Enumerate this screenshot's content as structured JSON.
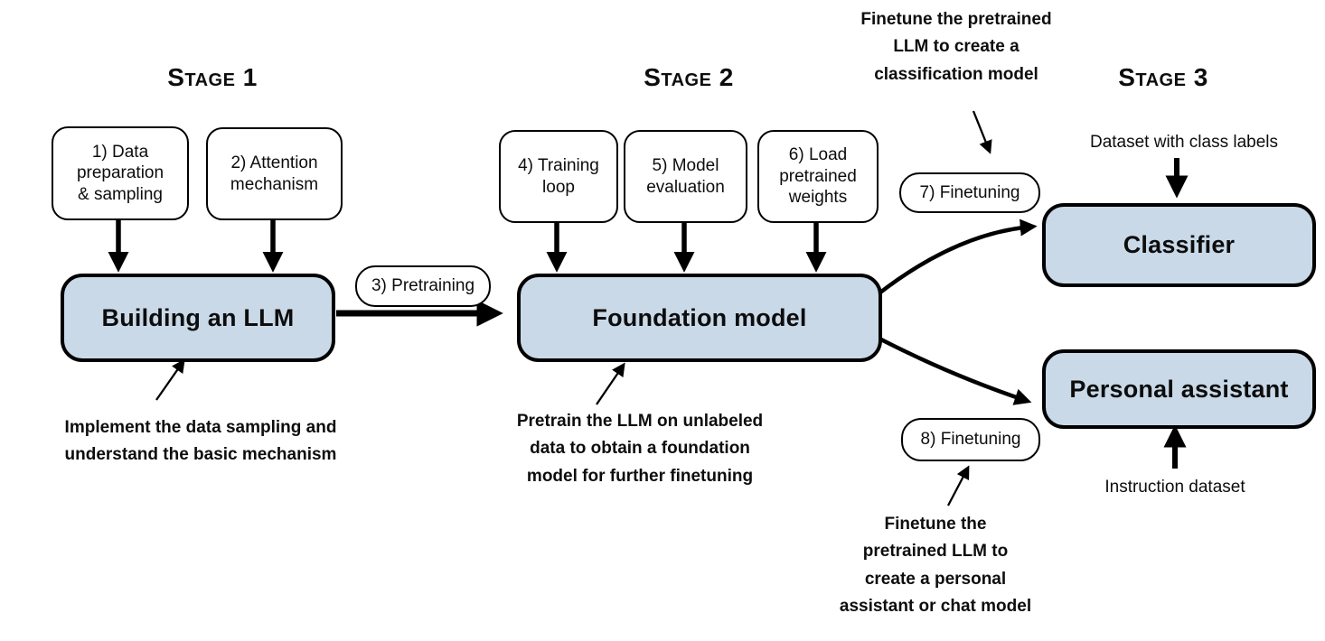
{
  "palette": {
    "node_fill": "#c9d9e8",
    "node_border": "#000000",
    "background": "#ffffff",
    "text": "#0d0d0d"
  },
  "stage1": {
    "heading": "Stage 1",
    "step_boxes": [
      {
        "lines": [
          "1) Data",
          "preparation",
          "& sampling"
        ]
      },
      {
        "lines": [
          "2) Attention",
          "mechanism"
        ]
      }
    ],
    "main_box": "Building an LLM",
    "annotation": {
      "lines": [
        "Implement the data sampling and",
        "understand the basic mechanism"
      ]
    }
  },
  "transition": {
    "pill": "3) Pretraining"
  },
  "stage2": {
    "heading": "Stage 2",
    "step_boxes": [
      {
        "lines": [
          "4) Training",
          "loop"
        ]
      },
      {
        "lines": [
          "5) Model",
          "evaluation"
        ]
      },
      {
        "lines": [
          "6) Load",
          "pretrained",
          "weights"
        ]
      }
    ],
    "main_box": "Foundation model",
    "annotation": {
      "lines": [
        "Pretrain the LLM on unlabeled",
        "data to obtain a foundation",
        "model for further finetuning"
      ]
    }
  },
  "stage3": {
    "heading": "Stage 3",
    "classification_annotation": {
      "lines": [
        "Finetune the pretrained",
        "LLM to create a",
        "classification model"
      ]
    },
    "finetuning7_pill": "7) Finetuning",
    "finetuning8_pill": "8) Finetuning",
    "classifier_input_label": "Dataset with class labels",
    "classifier_box": "Classifier",
    "assistant_box": "Personal assistant",
    "assistant_input_label": "Instruction dataset",
    "assistant_annotation": {
      "lines": [
        "Finetune the",
        "pretrained LLM to",
        "create a personal",
        "assistant or chat model"
      ]
    }
  }
}
